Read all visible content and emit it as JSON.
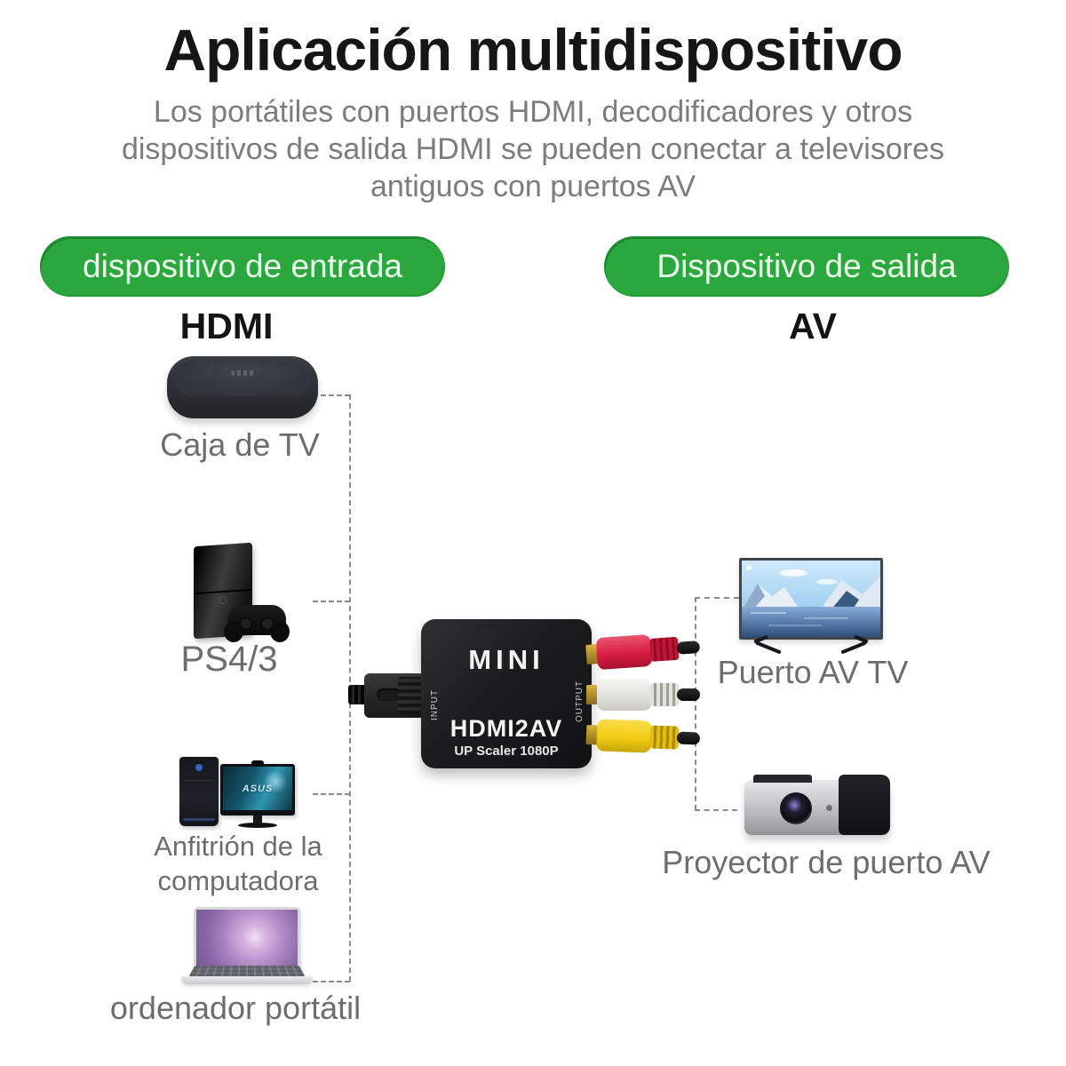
{
  "header": {
    "title": "Aplicación multidispositivo",
    "subtitle_lines": [
      "Los portátiles con puertos HDMI, decodificadores y otros",
      "dispositivos de salida HDMI se pueden conectar a televisores",
      "antiguos con puertos AV"
    ]
  },
  "badges": {
    "input_label": "dispositivo de entrada",
    "output_label": "Dispositivo de salida",
    "background_color": "#2aa83d"
  },
  "port_labels": {
    "input": "HDMI",
    "output": "AV"
  },
  "input_devices": [
    {
      "name": "tv-box",
      "label": "Caja de TV"
    },
    {
      "name": "game-console",
      "label": "PS4/3"
    },
    {
      "name": "computer-host",
      "label": "Anfitrión de la\ncomputadora",
      "monitor_logo": "ASUS"
    },
    {
      "name": "laptop",
      "label": "ordenador portátil"
    }
  ],
  "output_devices": [
    {
      "name": "av-tv",
      "label": "Puerto AV TV"
    },
    {
      "name": "projector",
      "label": "Proyector de puerto AV"
    }
  ],
  "converter": {
    "brand": "MINI",
    "model": "HDMI2AV",
    "subtext": "UP Scaler 1080P",
    "left_port": "INPUT",
    "right_port": "OUTPUT",
    "rca_plug_colors": {
      "top": "#d81e42",
      "middle": "#e9e9e5",
      "bottom": "#f2cd13"
    }
  },
  "connector_line_color": "#8c8c8c"
}
